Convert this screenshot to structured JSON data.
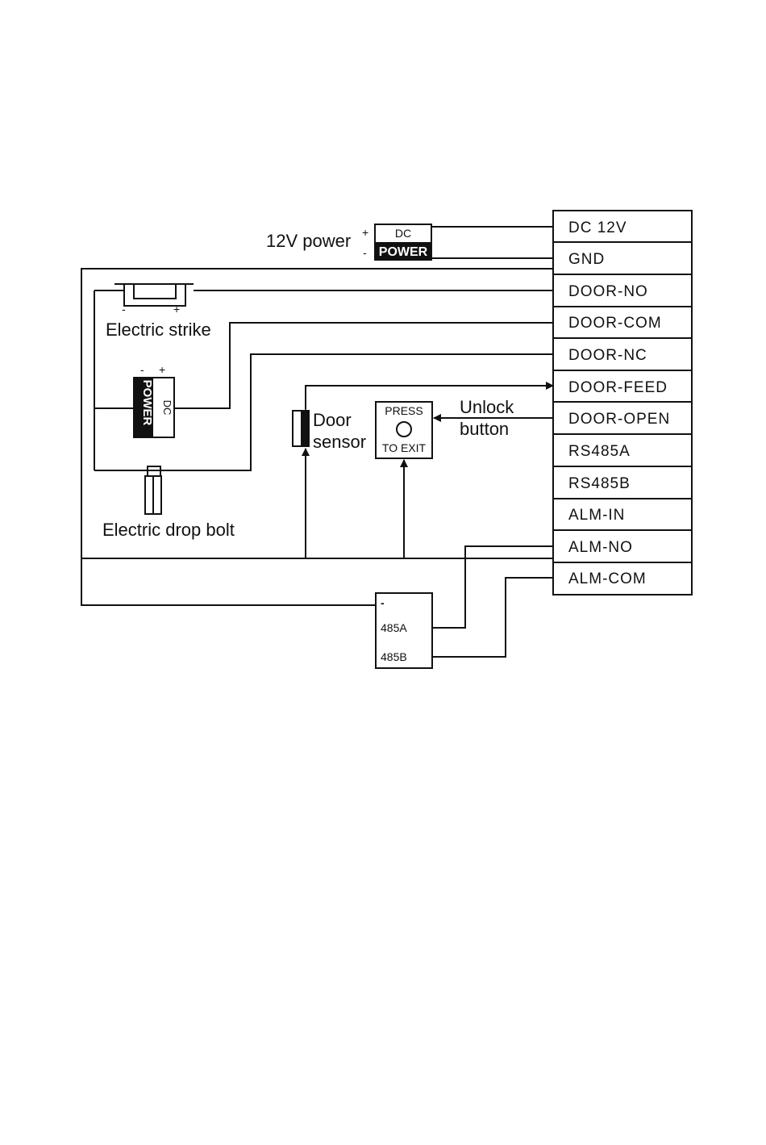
{
  "terminals": [
    "DC 12V",
    "GND",
    "DOOR-NO",
    "DOOR-COM",
    "DOOR-NC",
    "DOOR-FEED",
    "DOOR-OPEN",
    "RS485A",
    "RS485B",
    "ALM-IN",
    "ALM-NO",
    "ALM-COM"
  ],
  "power_supply": {
    "label": "12V power",
    "plus": "+",
    "minus": "-",
    "dc": "DC",
    "power": "POWER"
  },
  "electric_strike": {
    "label": "Electric strike",
    "minus": "-",
    "plus": "+"
  },
  "lock_power": {
    "minus": "-",
    "plus": "+",
    "power": "POWER",
    "dc": "DC"
  },
  "drop_bolt": {
    "label": "Electric drop bolt"
  },
  "door_sensor": {
    "line1": "Door",
    "line2": "sensor"
  },
  "exit_button": {
    "top": "PRESS",
    "bottom": "TO EXIT"
  },
  "unlock_button": {
    "line1": "Unlock",
    "line2": "button"
  },
  "rs485_module": {
    "minus": "-",
    "a": "485A",
    "b": "485B"
  }
}
